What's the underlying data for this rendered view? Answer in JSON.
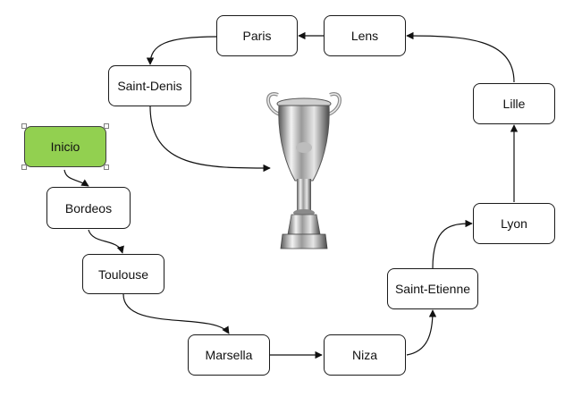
{
  "diagram": {
    "nodes": {
      "inicio": "Inicio",
      "bordeos": "Bordeos",
      "toulouse": "Toulouse",
      "marsella": "Marsella",
      "niza": "Niza",
      "saint_etienne": "Saint-Etienne",
      "lyon": "Lyon",
      "lille": "Lille",
      "lens": "Lens",
      "paris": "Paris",
      "saint_denis": "Saint-Denis"
    },
    "edges": [
      [
        "inicio",
        "bordeos"
      ],
      [
        "bordeos",
        "toulouse"
      ],
      [
        "toulouse",
        "marsella"
      ],
      [
        "marsella",
        "niza"
      ],
      [
        "niza",
        "saint_etienne"
      ],
      [
        "saint_etienne",
        "lyon"
      ],
      [
        "lyon",
        "lille"
      ],
      [
        "lille",
        "lens"
      ],
      [
        "lens",
        "paris"
      ],
      [
        "paris",
        "saint_denis"
      ],
      [
        "saint_denis",
        "trophy"
      ]
    ],
    "colors": {
      "start_fill": "#92d050",
      "border": "#1a1a1a",
      "connector": "#111111"
    },
    "trophy_icon": "trophy-icon"
  }
}
